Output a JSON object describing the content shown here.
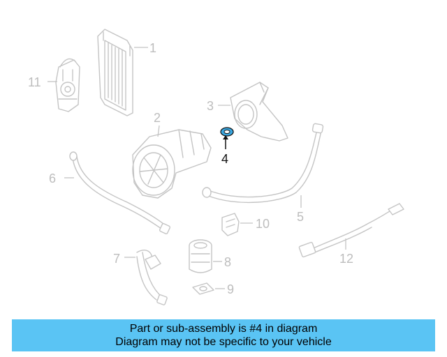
{
  "diagram": {
    "callouts": {
      "p1": "1",
      "p2": "2",
      "p3": "3",
      "p4": "4",
      "p5": "5",
      "p6": "6",
      "p7": "7",
      "p8": "8",
      "p9": "9",
      "p10": "10",
      "p11": "11",
      "p12": "12"
    },
    "highlight_color": "#3aa7e0"
  },
  "banner": {
    "line1": "Part or sub-assembly is #4 in diagram",
    "line2": "Diagram may not be specific to your vehicle",
    "background": "#5ac4f4"
  }
}
